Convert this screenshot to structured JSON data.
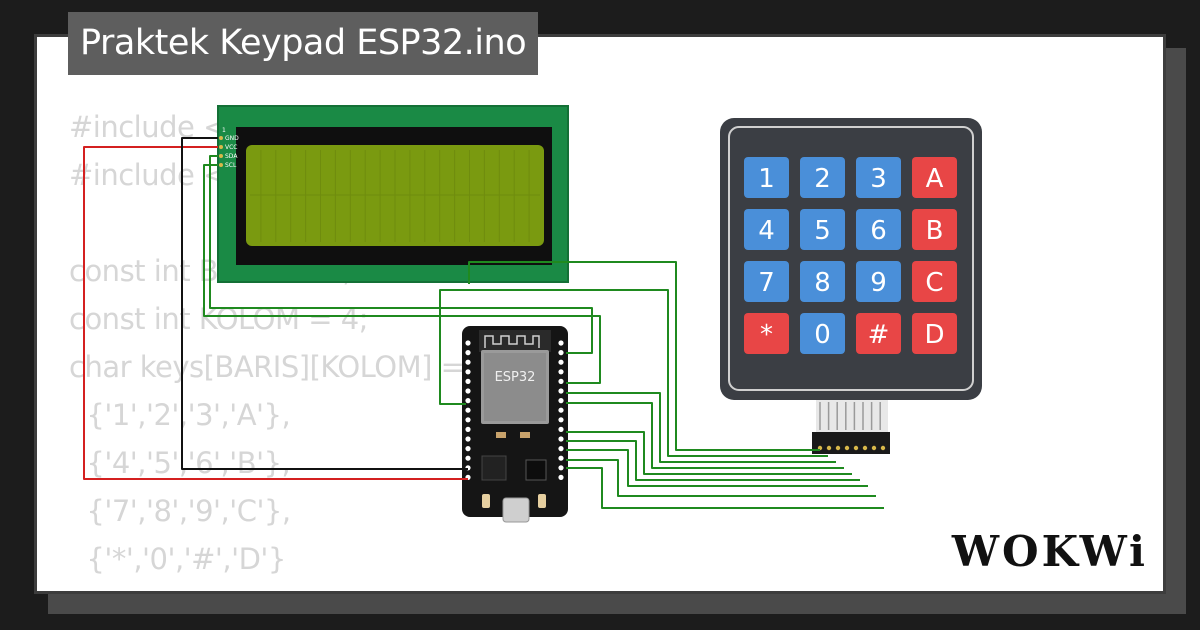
{
  "title": "Praktek Keypad ESP32.ino",
  "code_lines": [
    "#include <",
    "#include <",
    "",
    "const int BARIS = 4;",
    "const int KOLOM = 4;",
    "char keys[BARIS][KOLOM] = {",
    "  {'1','2','3','A'},",
    "  {'4','5','6','B'},",
    "  {'7','8','9','C'},",
    "  {'*','0','#','D'}",
    "};"
  ],
  "lcd": {
    "pins": [
      "GND",
      "VCC",
      "SDA",
      "SCL"
    ],
    "pin_marker": "1"
  },
  "esp32": {
    "chip_label": "ESP32"
  },
  "keypad": {
    "keys": [
      [
        "1",
        "2",
        "3",
        "A"
      ],
      [
        "4",
        "5",
        "6",
        "B"
      ],
      [
        "7",
        "8",
        "9",
        "C"
      ],
      [
        "*",
        "0",
        "#",
        "D"
      ]
    ]
  },
  "brand": {
    "logo_text": "WOKWi"
  },
  "colors": {
    "background": "#1c1c1c",
    "card": "#ffffff",
    "title_bg": "#5e5e5e",
    "code_text": "#d6d6d6",
    "lcd_board": "#1a8a45",
    "lcd_screen": "#7a9a10",
    "esp32_board": "#151515",
    "keypad_body": "#3b3e44",
    "key_blue": "#4a8fd9",
    "key_red": "#e84646",
    "wire_green": "#1f8a1f",
    "wire_red": "#d42020",
    "wire_black": "#111111"
  }
}
